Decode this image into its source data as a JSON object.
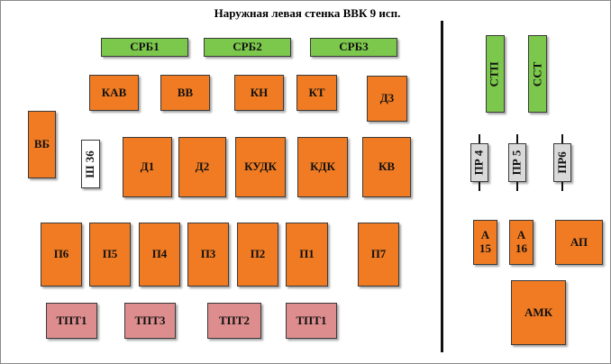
{
  "title": "Наружная левая стенка ВВК 9 исп.",
  "blocks": {
    "srb1": "СРБ1",
    "srb2": "СРБ2",
    "srb3": "СРБ3",
    "kav": "КАВ",
    "vv": "ВВ",
    "kn": "КН",
    "kt": "КТ",
    "d3": "Д3",
    "vb": "ВБ",
    "sh36": "Ш 36",
    "d1": "Д1",
    "d2": "Д2",
    "kudk": "КУДК",
    "kdk": "КДК",
    "kv": "КВ",
    "p6": "П6",
    "p5": "П5",
    "p4": "П4",
    "p3": "П3",
    "p2": "П2",
    "p1": "П1",
    "p7": "П7",
    "tpt1a": "ТПТ1",
    "tpt3": "ТПТ3",
    "tpt2": "ТПТ2",
    "tpt1b": "ТПТ1",
    "stp": "СТП",
    "sst": "ССТ",
    "pr4": "ПР 4",
    "pr5": "ПР 5",
    "pr6": "ПР6",
    "a15": "А\n15",
    "a16": "А\n16",
    "ap": "АП",
    "amk": "АМК"
  },
  "colors": {
    "orange": "#f07b22",
    "green": "#7cc84c",
    "pink": "#dd8d8d",
    "white": "#ffffff",
    "grey": "#d9d9d9"
  }
}
